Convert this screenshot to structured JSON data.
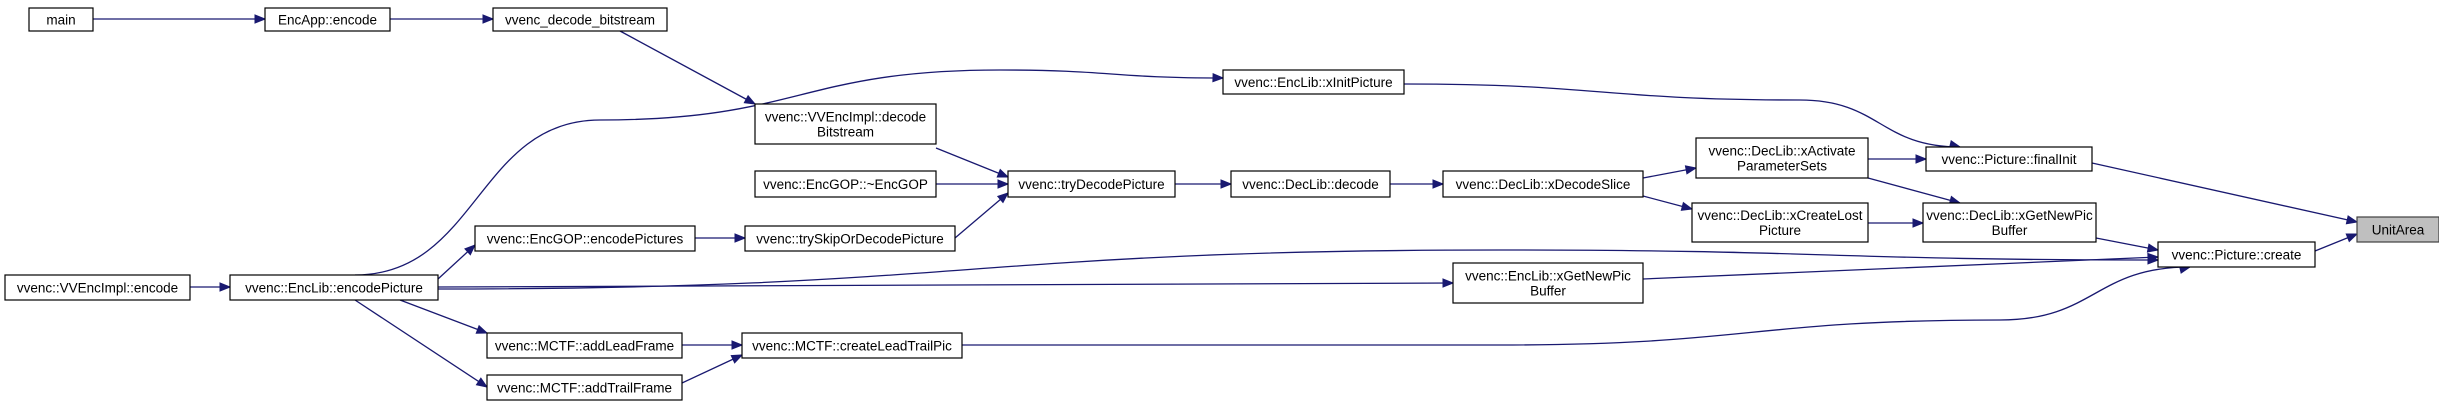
{
  "graph": {
    "root": "UnitArea",
    "nodes": [
      {
        "id": "main",
        "lines": [
          "main"
        ]
      },
      {
        "id": "encapp_encode",
        "lines": [
          "EncApp::encode"
        ]
      },
      {
        "id": "vvenc_decode_bitstream",
        "lines": [
          "vvenc_decode_bitstream"
        ]
      },
      {
        "id": "enclib_xinitpicture",
        "lines": [
          "vvenc::EncLib::xInitPicture"
        ]
      },
      {
        "id": "vvencimpl_decodebitstream",
        "lines": [
          "vvenc::VVEncImpl::decode",
          "Bitstream"
        ]
      },
      {
        "id": "encgop_dtor",
        "lines": [
          "vvenc::EncGOP::~EncGOP"
        ]
      },
      {
        "id": "trydecodepicture",
        "lines": [
          "vvenc::tryDecodePicture"
        ]
      },
      {
        "id": "declib_decode",
        "lines": [
          "vvenc::DecLib::decode"
        ]
      },
      {
        "id": "declib_xdecodeslice",
        "lines": [
          "vvenc::DecLib::xDecodeSlice"
        ]
      },
      {
        "id": "declib_xactivateparametersets",
        "lines": [
          "vvenc::DecLib::xActivate",
          "ParameterSets"
        ]
      },
      {
        "id": "picture_finalinit",
        "lines": [
          "vvenc::Picture::finalInit"
        ]
      },
      {
        "id": "declib_xcreatelostpicture",
        "lines": [
          "vvenc::DecLib::xCreateLost",
          "Picture"
        ]
      },
      {
        "id": "declib_xgetnewpicbuffer",
        "lines": [
          "vvenc::DecLib::xGetNewPic",
          "Buffer"
        ]
      },
      {
        "id": "picture_create",
        "lines": [
          "vvenc::Picture::create"
        ]
      },
      {
        "id": "unitarea",
        "lines": [
          "UnitArea"
        ]
      },
      {
        "id": "encgop_encodepictures",
        "lines": [
          "vvenc::EncGOP::encodePictures"
        ]
      },
      {
        "id": "tryskipordecodepicture",
        "lines": [
          "vvenc::trySkipOrDecodePicture"
        ]
      },
      {
        "id": "vvencimpl_encode",
        "lines": [
          "vvenc::VVEncImpl::encode"
        ]
      },
      {
        "id": "enclib_encodepicture",
        "lines": [
          "vvenc::EncLib::encodePicture"
        ]
      },
      {
        "id": "enclib_xgetnewpicbuffer",
        "lines": [
          "vvenc::EncLib::xGetNewPic",
          "Buffer"
        ]
      },
      {
        "id": "mctf_addleadframe",
        "lines": [
          "vvenc::MCTF::addLeadFrame"
        ]
      },
      {
        "id": "mctf_createleadtrailpic",
        "lines": [
          "vvenc::MCTF::createLeadTrailPic"
        ]
      },
      {
        "id": "mctf_addtrailframe",
        "lines": [
          "vvenc::MCTF::addTrailFrame"
        ]
      }
    ],
    "edges": [
      {
        "from": "main",
        "to": "encapp_encode"
      },
      {
        "from": "encapp_encode",
        "to": "vvenc_decode_bitstream"
      },
      {
        "from": "vvenc_decode_bitstream",
        "to": "vvencimpl_decodebitstream"
      },
      {
        "from": "enclib_encodepicture",
        "to": "enclib_xinitpicture"
      },
      {
        "from": "vvencimpl_decodebitstream",
        "to": "trydecodepicture"
      },
      {
        "from": "encgop_dtor",
        "to": "trydecodepicture"
      },
      {
        "from": "tryskipordecodepicture",
        "to": "trydecodepicture"
      },
      {
        "from": "trydecodepicture",
        "to": "declib_decode"
      },
      {
        "from": "declib_decode",
        "to": "declib_xdecodeslice"
      },
      {
        "from": "declib_xdecodeslice",
        "to": "declib_xactivateparametersets"
      },
      {
        "from": "declib_xdecodeslice",
        "to": "declib_xcreatelostpicture"
      },
      {
        "from": "declib_xactivateparametersets",
        "to": "picture_finalinit"
      },
      {
        "from": "declib_xactivateparametersets",
        "to": "declib_xgetnewpicbuffer"
      },
      {
        "from": "enclib_xinitpicture",
        "to": "picture_finalinit"
      },
      {
        "from": "declib_xcreatelostpicture",
        "to": "declib_xgetnewpicbuffer"
      },
      {
        "from": "declib_xgetnewpicbuffer",
        "to": "picture_create"
      },
      {
        "from": "picture_finalinit",
        "to": "unitarea"
      },
      {
        "from": "picture_create",
        "to": "unitarea"
      },
      {
        "from": "encgop_encodepictures",
        "to": "tryskipordecodepicture"
      },
      {
        "from": "enclib_encodepicture",
        "to": "encgop_encodepictures"
      },
      {
        "from": "vvencimpl_encode",
        "to": "enclib_encodepicture"
      },
      {
        "from": "enclib_encodepicture",
        "to": "enclib_xgetnewpicbuffer"
      },
      {
        "from": "enclib_xgetnewpicbuffer",
        "to": "picture_create"
      },
      {
        "from": "enclib_encodepicture",
        "to": "picture_create"
      },
      {
        "from": "enclib_encodepicture",
        "to": "mctf_addleadframe"
      },
      {
        "from": "enclib_encodepicture",
        "to": "mctf_addtrailframe"
      },
      {
        "from": "mctf_addleadframe",
        "to": "mctf_createleadtrailpic"
      },
      {
        "from": "mctf_addtrailframe",
        "to": "mctf_createleadtrailpic"
      },
      {
        "from": "mctf_createleadtrailpic",
        "to": "picture_create"
      }
    ]
  },
  "colors": {
    "edge": "#191970",
    "node_border": "#000000",
    "root_fill": "#bfbfbf",
    "background": "#ffffff"
  }
}
